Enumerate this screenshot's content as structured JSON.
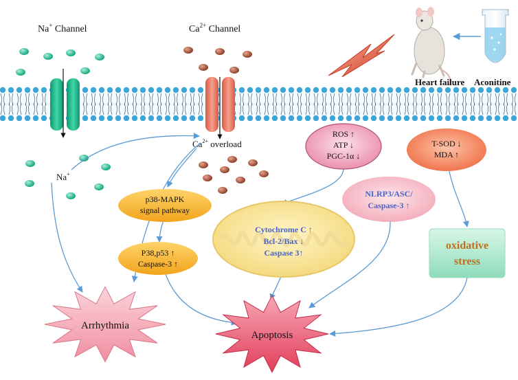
{
  "channels": {
    "na": {
      "label": "Na",
      "sup": "+",
      "suffix": " Channel"
    },
    "ca": {
      "label": "Ca",
      "sup": "2+",
      "suffix": " Channel"
    }
  },
  "labels": {
    "na_ion": {
      "label": "Na",
      "sup": "+"
    },
    "ca_overload": {
      "label": "Ca",
      "sup": "2+",
      "suffix": " overload"
    },
    "heart_failure": "Heart failure",
    "aconitine": "Aconitine"
  },
  "boxes": {
    "p38": [
      "p38-MAPK",
      "signal pathway"
    ],
    "p38p53": [
      "P38,p53 ↑",
      "Caspase-3 ↑"
    ],
    "ros": [
      "ROS ↑",
      "ATP ↓",
      "PGC-1α ↓"
    ],
    "tsod": [
      "T-SOD ↓",
      "MDA  ↑"
    ],
    "nlrp3": [
      "NLRP3/ASC/",
      "Caspase-3 ↑"
    ],
    "mito": [
      "Cytochrome C ↑",
      "Bcl-2/Bax ↓",
      "Caspase 3↑"
    ],
    "oxidative": [
      "oxidative",
      "stress"
    ]
  },
  "outcomes": {
    "arrhythmia": "Arrhythmia",
    "apoptosis": "Apoptosis"
  },
  "colors": {
    "na_ion": "#1fbf9a",
    "ca_ion": "#a9553e",
    "membrane": "#3aa7d8",
    "na_channel": "#1fb58a",
    "ca_channel": "#f07f6a",
    "arrow": "#5b9bd5",
    "star": "#f6b6c0",
    "text_blue": "#4a63c8",
    "text_brown": "#c0701b"
  }
}
